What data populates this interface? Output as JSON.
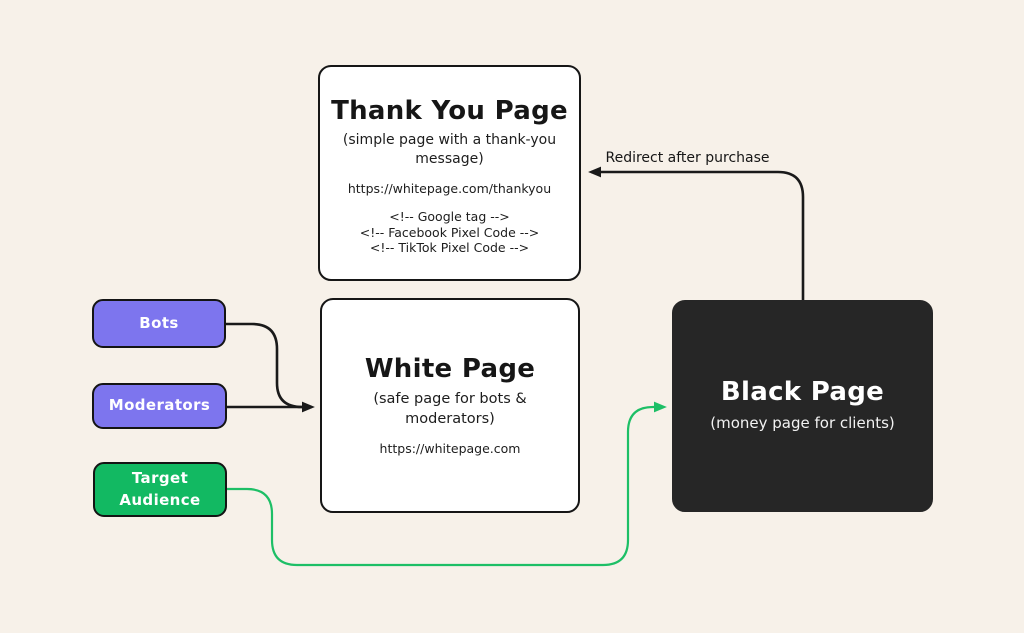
{
  "colors": {
    "background": "#f7f1e9",
    "connector_black": "#1a1a1a",
    "connector_green": "#1dbf66",
    "pill_purple": "#7d75ee",
    "pill_green": "#12b962",
    "dark_node": "#262626",
    "white_node": "#ffffff"
  },
  "nodes": {
    "thank_you_page": {
      "title": "Thank You Page",
      "subtitle": "(simple page with a thank-you message)",
      "url": "https://whitepage.com/thankyou",
      "code_comments": [
        "<!-- Google tag -->",
        "<!-- Facebook Pixel Code -->",
        "<!-- TikTok Pixel Code -->"
      ]
    },
    "white_page": {
      "title": "White Page",
      "subtitle": "(safe page for bots & moderators)",
      "url": "https://whitepage.com"
    },
    "black_page": {
      "title": "Black Page",
      "subtitle": "(money page for clients)"
    },
    "bots": {
      "label": "Bots"
    },
    "moderators": {
      "label": "Moderators"
    },
    "target_audience": {
      "label": "Target Audience"
    }
  },
  "labels": {
    "redirect": "Redirect after purchase"
  }
}
